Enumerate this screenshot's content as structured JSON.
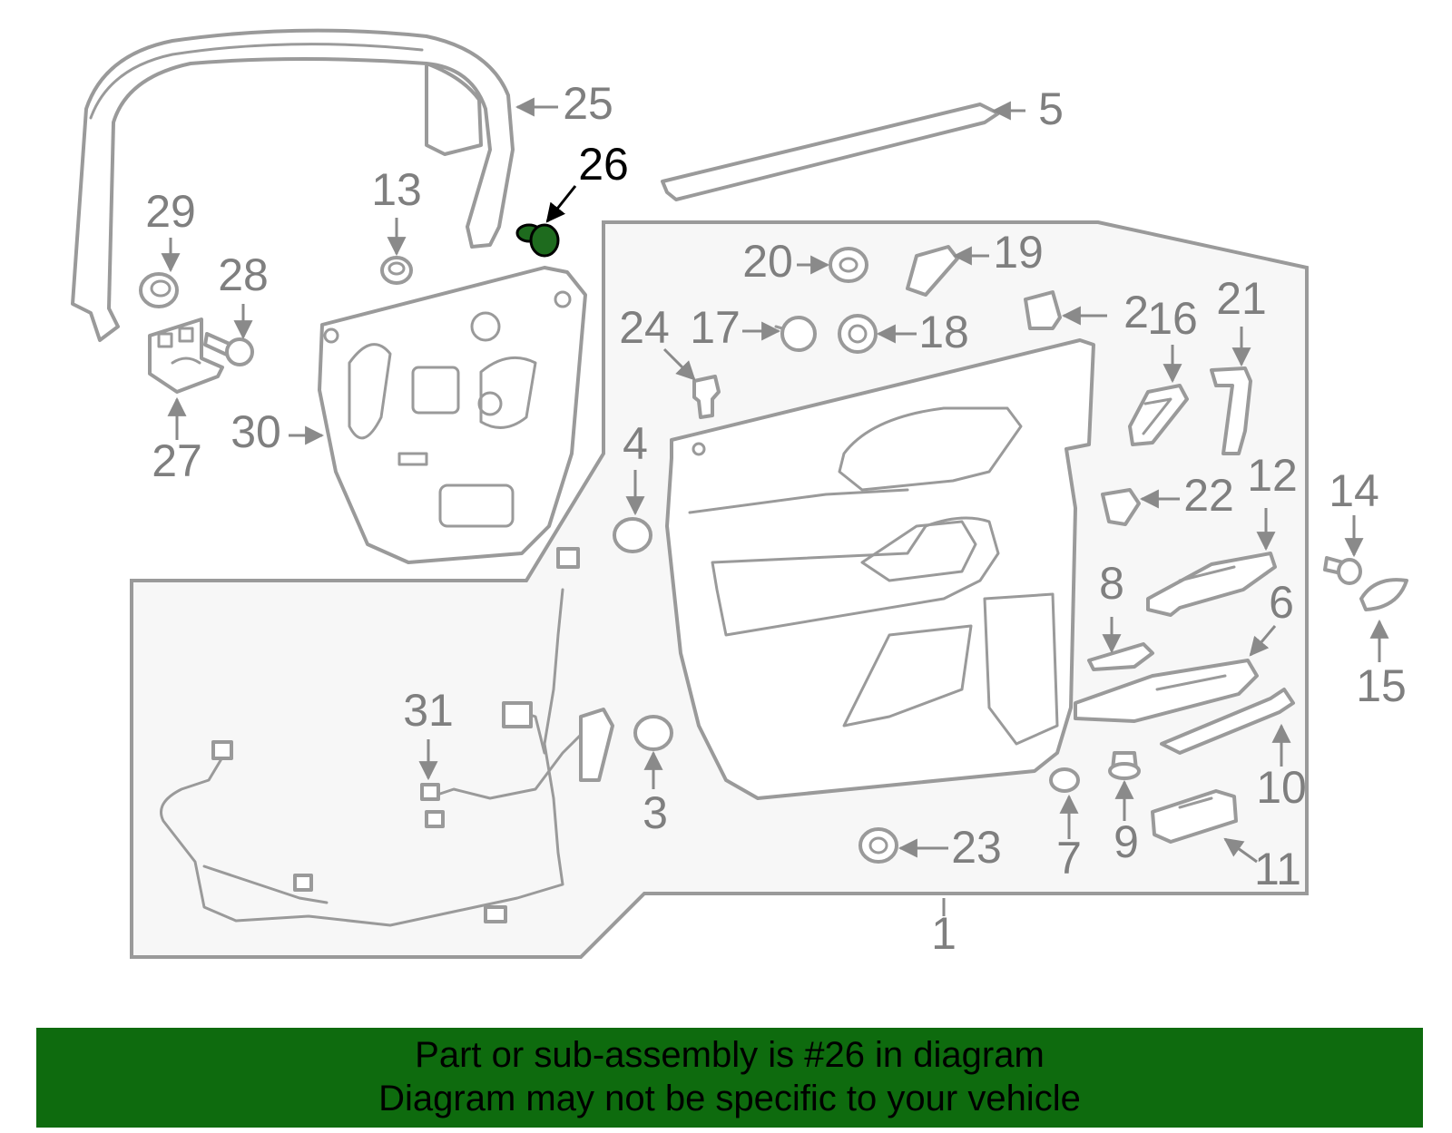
{
  "diagram": {
    "highlight_color": "#1e6b1e",
    "highlighted_part": "26",
    "callouts": [
      {
        "id": "c1",
        "label": "1"
      },
      {
        "id": "c2",
        "label": "2"
      },
      {
        "id": "c3",
        "label": "3"
      },
      {
        "id": "c4",
        "label": "4"
      },
      {
        "id": "c5",
        "label": "5"
      },
      {
        "id": "c6",
        "label": "6"
      },
      {
        "id": "c7",
        "label": "7"
      },
      {
        "id": "c8",
        "label": "8"
      },
      {
        "id": "c9",
        "label": "9"
      },
      {
        "id": "c10",
        "label": "10"
      },
      {
        "id": "c11",
        "label": "11"
      },
      {
        "id": "c12",
        "label": "12"
      },
      {
        "id": "c13",
        "label": "13"
      },
      {
        "id": "c14",
        "label": "14"
      },
      {
        "id": "c15",
        "label": "15"
      },
      {
        "id": "c16",
        "label": "16"
      },
      {
        "id": "c17",
        "label": "17"
      },
      {
        "id": "c18",
        "label": "18"
      },
      {
        "id": "c19",
        "label": "19"
      },
      {
        "id": "c20",
        "label": "20"
      },
      {
        "id": "c21",
        "label": "21"
      },
      {
        "id": "c22",
        "label": "22"
      },
      {
        "id": "c23",
        "label": "23"
      },
      {
        "id": "c24",
        "label": "24"
      },
      {
        "id": "c25",
        "label": "25"
      },
      {
        "id": "c26",
        "label": "26"
      },
      {
        "id": "c27",
        "label": "27"
      },
      {
        "id": "c28",
        "label": "28"
      },
      {
        "id": "c29",
        "label": "29"
      },
      {
        "id": "c30",
        "label": "30"
      },
      {
        "id": "c31",
        "label": "31"
      }
    ]
  },
  "banner": {
    "line1": "Part or sub-assembly is #26 in diagram",
    "line2": "Diagram may not be specific to your vehicle",
    "background": "#0e6b0e"
  }
}
